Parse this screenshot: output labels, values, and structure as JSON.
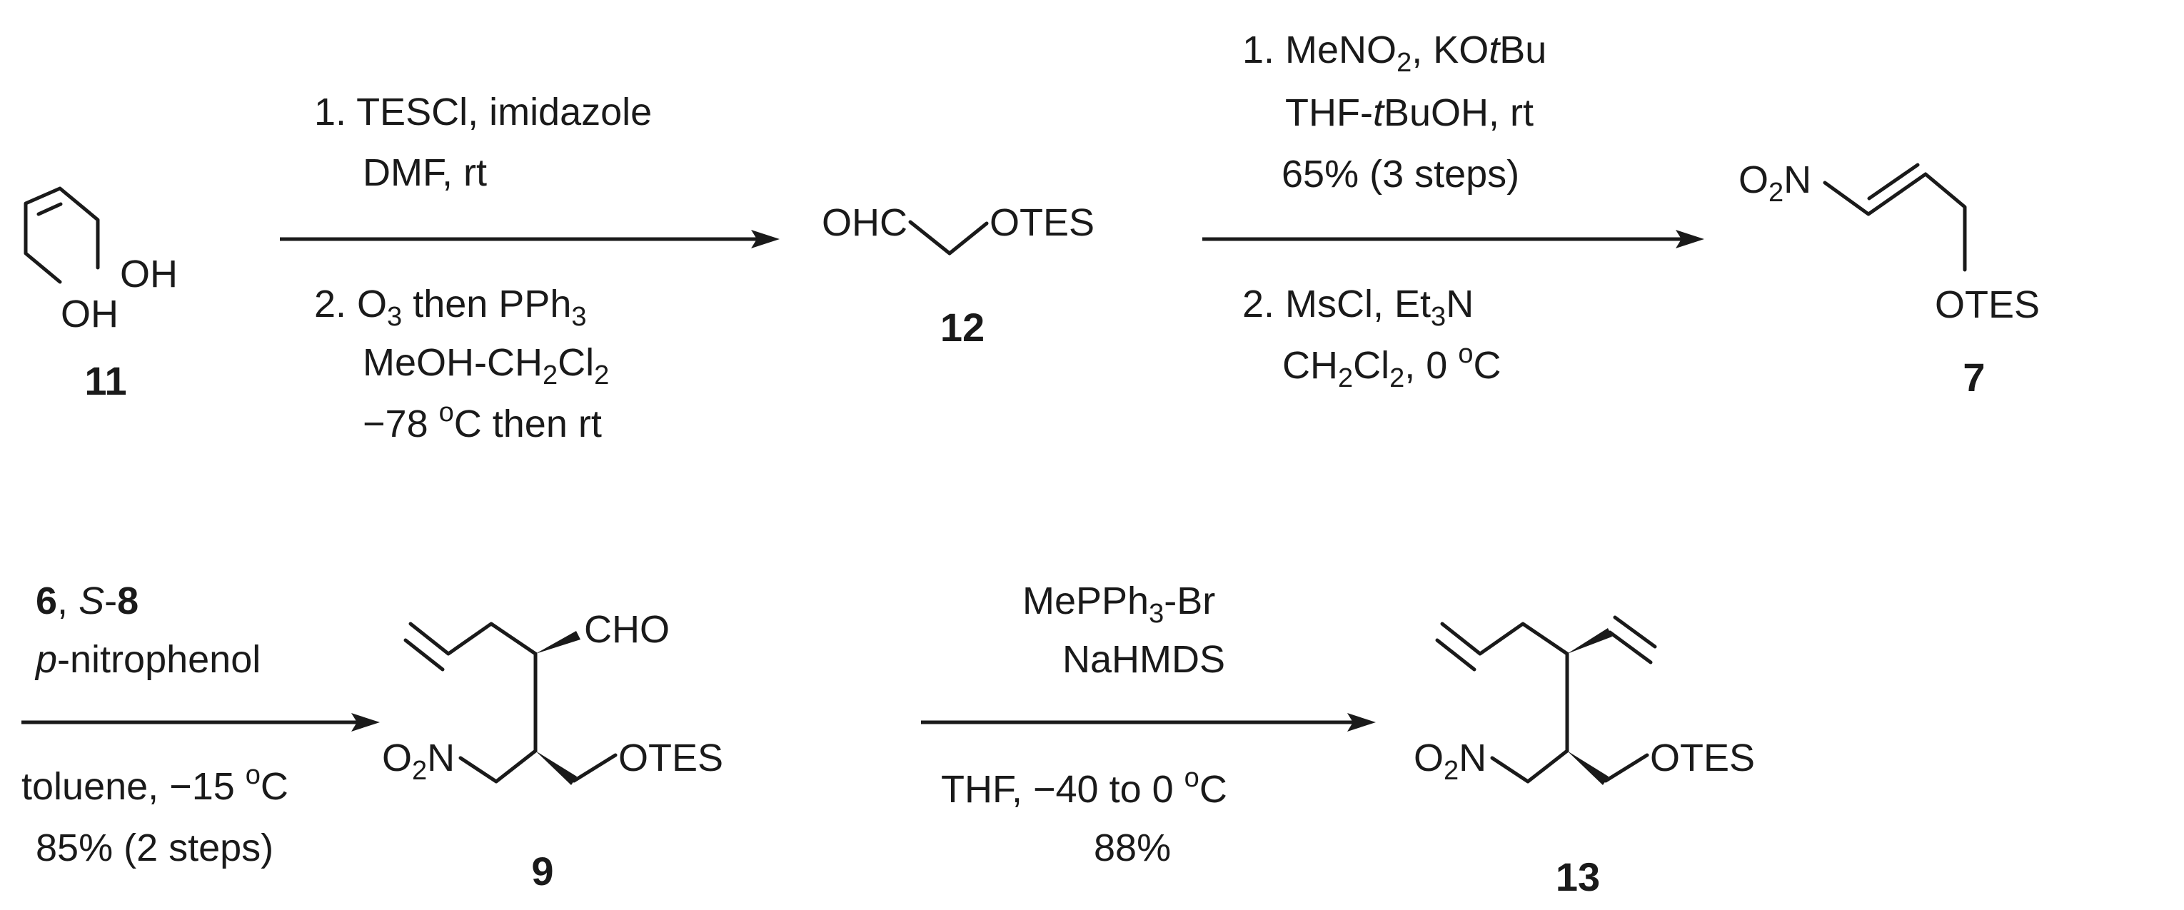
{
  "compounds": {
    "c11": {
      "number": "11",
      "oh_right": "OH",
      "oh_left": "OH"
    },
    "c12": {
      "number": "12",
      "left": "OHC",
      "right": "OTES"
    },
    "c7": {
      "number": "7",
      "no2_o": "O",
      "no2_two": "2",
      "no2_n": "N",
      "otes": "OTES"
    },
    "c9": {
      "number": "9",
      "cho": "CHO",
      "no2_o": "O",
      "no2_two": "2",
      "no2_n": "N",
      "otes": "OTES"
    },
    "c13": {
      "number": "13",
      "no2_o": "O",
      "no2_two": "2",
      "no2_n": "N",
      "otes": "OTES"
    }
  },
  "arrows": {
    "a1": {
      "above": [
        {
          "parts": [
            {
              "t": "1. TESCl, imidazole"
            }
          ]
        },
        {
          "parts": [
            {
              "t": "DMF, rt"
            }
          ]
        }
      ],
      "below": [
        {
          "parts": [
            {
              "t": "2. O"
            },
            {
              "t": "3",
              "sub": true
            },
            {
              "t": " then PPh"
            },
            {
              "t": "3",
              "sub": true
            }
          ]
        },
        {
          "parts": [
            {
              "t": "MeOH-CH"
            },
            {
              "t": "2",
              "sub": true
            },
            {
              "t": "Cl"
            },
            {
              "t": "2",
              "sub": true
            }
          ]
        },
        {
          "parts": [
            {
              "t": "−78 "
            },
            {
              "t": "o",
              "sup": true
            },
            {
              "t": "C then rt"
            }
          ]
        }
      ]
    },
    "a2": {
      "above": [
        {
          "parts": [
            {
              "t": "1. MeNO"
            },
            {
              "t": "2",
              "sub": true
            },
            {
              "t": ", KO"
            },
            {
              "t": "t",
              "it": true
            },
            {
              "t": "Bu"
            }
          ]
        },
        {
          "parts": [
            {
              "t": "THF-"
            },
            {
              "t": "t",
              "it": true
            },
            {
              "t": "BuOH, rt"
            }
          ]
        },
        {
          "parts": [
            {
              "t": "65% (3 steps)"
            }
          ]
        }
      ],
      "below": [
        {
          "parts": [
            {
              "t": "2. MsCl, Et"
            },
            {
              "t": "3",
              "sub": true
            },
            {
              "t": "N"
            }
          ]
        },
        {
          "parts": [
            {
              "t": "CH"
            },
            {
              "t": "2",
              "sub": true
            },
            {
              "t": "Cl"
            },
            {
              "t": "2",
              "sub": true
            },
            {
              "t": ", 0 "
            },
            {
              "t": "o",
              "sup": true
            },
            {
              "t": "C"
            }
          ]
        }
      ]
    },
    "a3": {
      "above": [
        {
          "parts": [
            {
              "t": "6",
              "b": true
            },
            {
              "t": ", "
            },
            {
              "t": "S",
              "it": true
            },
            {
              "t": "-"
            },
            {
              "t": "8",
              "b": true
            }
          ]
        },
        {
          "parts": [
            {
              "t": "p",
              "it": true
            },
            {
              "t": "-nitrophenol"
            }
          ]
        }
      ],
      "below": [
        {
          "parts": [
            {
              "t": "toluene, −15 "
            },
            {
              "t": "o",
              "sup": true
            },
            {
              "t": "C"
            }
          ]
        },
        {
          "parts": [
            {
              "t": "85% (2 steps)"
            }
          ]
        }
      ]
    },
    "a4": {
      "above": [
        {
          "parts": [
            {
              "t": "MePPh"
            },
            {
              "t": "3",
              "sub": true
            },
            {
              "t": "-Br"
            }
          ]
        },
        {
          "parts": [
            {
              "t": "NaHMDS"
            }
          ]
        }
      ],
      "below": [
        {
          "parts": [
            {
              "t": "THF, −40 to 0 "
            },
            {
              "t": "o",
              "sup": true
            },
            {
              "t": "C"
            }
          ]
        },
        {
          "parts": [
            {
              "t": "88%"
            }
          ]
        }
      ]
    }
  }
}
